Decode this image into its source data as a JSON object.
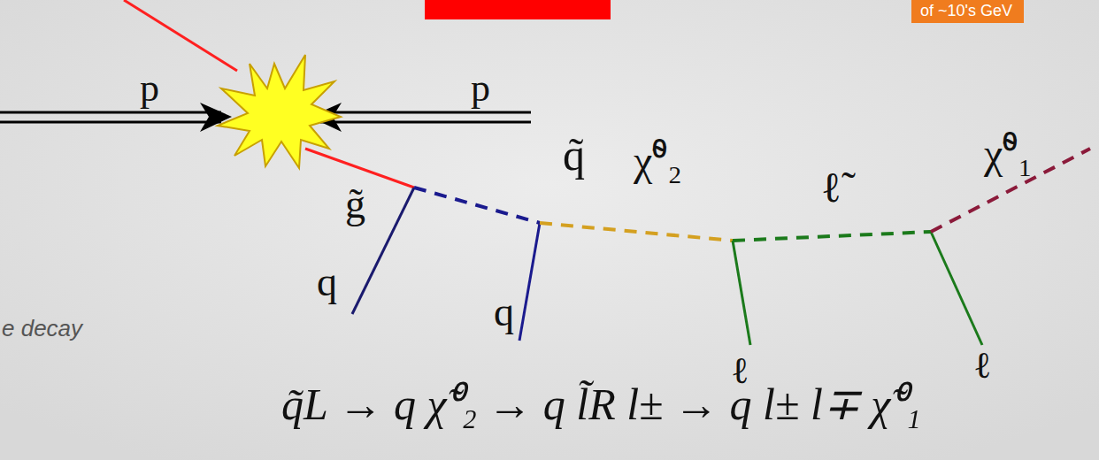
{
  "diagram": {
    "nodes": [
      {
        "text": [
          "of ~10's GeV"
        ]
      }
    ],
    "labels": [
      "p",
      "p",
      "g̃",
      "q",
      "q̃",
      "q",
      "χ̃⁰₂",
      "ℓ̃",
      "ℓ",
      "χ̃⁰₁",
      "ℓ",
      "e decay",
      "q̃L → q χ̃⁰₂ → q l̃R l± → q l± l∓ χ̃⁰₁"
    ]
  }
}
